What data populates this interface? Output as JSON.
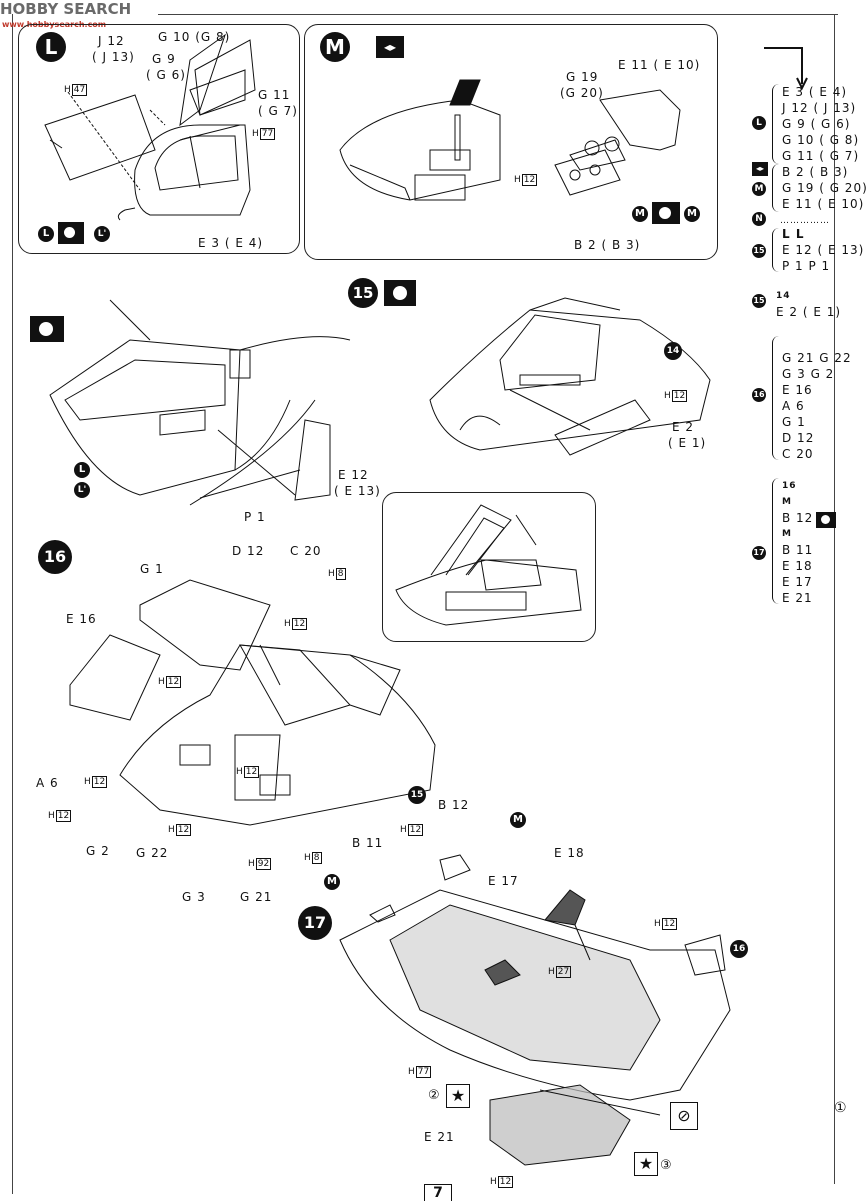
{
  "watermark": {
    "text": "HOBBY SEARCH",
    "sub": "www.hobbysearch.com"
  },
  "page_number": "7",
  "steps": {
    "s15": "15",
    "s16": "16",
    "s17": "17"
  },
  "panel_L": {
    "letter": "L",
    "parts": {
      "j12": "J 12",
      "j13": "( J 13)",
      "g10": "G 10 (G 8)",
      "g9": "G 9",
      "g6": "( G 6)",
      "g11": "G 11",
      "g7": "( G 7)",
      "e3": "E 3 ( E 4)"
    },
    "h1": "H",
    "h1n": "47",
    "h2": "H",
    "h2n": "77",
    "sym_a": "L",
    "sym_b": "L'"
  },
  "panel_M": {
    "letter": "M",
    "parts": {
      "g19": "G 19",
      "g20": "(G 20)",
      "e11": "E 11 ( E 10)",
      "b2": "B 2 ( B 3)"
    },
    "h": "H",
    "hn": "12",
    "sym_a": "M",
    "sym_b": "M"
  },
  "step15": {
    "e12": "E 12",
    "e13": "( E 13)",
    "p1": "P 1",
    "e2": "E 2",
    "e1": "( E 1)",
    "h": "H",
    "hn": "12",
    "ref14": "14",
    "sym_L": "L",
    "sym_L2": "L'"
  },
  "step16": {
    "g1": "G 1",
    "d12": "D 12",
    "c20": "C 20",
    "e16": "E 16",
    "a6": "A 6",
    "g2": "G 2",
    "g22": "G 22",
    "g3": "G 3",
    "g21": "G 21",
    "h8": "8",
    "h12": "12",
    "h92": "92",
    "hlabel": "H",
    "ref15": "15"
  },
  "step17": {
    "b12": "B 12",
    "b11": "B 11",
    "e18": "E 18",
    "e17": "E 17",
    "e21": "E 21",
    "h12": "12",
    "h27": "27",
    "h77": "77",
    "hlabel": "H",
    "ref16": "16",
    "m": "M",
    "n2": "②",
    "n3": "③"
  },
  "legend": {
    "g1": [
      "E 3 ( E 4)",
      "J 12 ( J 13)",
      "G 9 ( G 6)",
      "G 10 ( G 8)",
      "G 11 ( G 7)"
    ],
    "g1_letter": "L",
    "g2": [
      "B 2 ( B 3)",
      "G 19 ( G 20)",
      "E 11 ( E 10)"
    ],
    "g2_letter": "M",
    "n_letter": "N",
    "dots": "……………",
    "g3_head": "L L",
    "g3": [
      "E 12 ( E 13)",
      "P 1  P 1"
    ],
    "g3_step": "15",
    "g4_sub": "14",
    "g4": [
      "E 2 ( E 1)"
    ],
    "g4_step": "15",
    "g5": [
      "G 21  G 22",
      "G 3   G 2",
      "E 16",
      "A 6",
      "G 1",
      "D 12",
      "C 20"
    ],
    "g5_step": "16",
    "g6_head16": "16",
    "g6_m1": "M",
    "g6": [
      "B 12",
      "B 11",
      "E 18",
      "E 17",
      "E 21"
    ],
    "g6_m2": "M",
    "g6_step": "17"
  },
  "corner_note": "①"
}
